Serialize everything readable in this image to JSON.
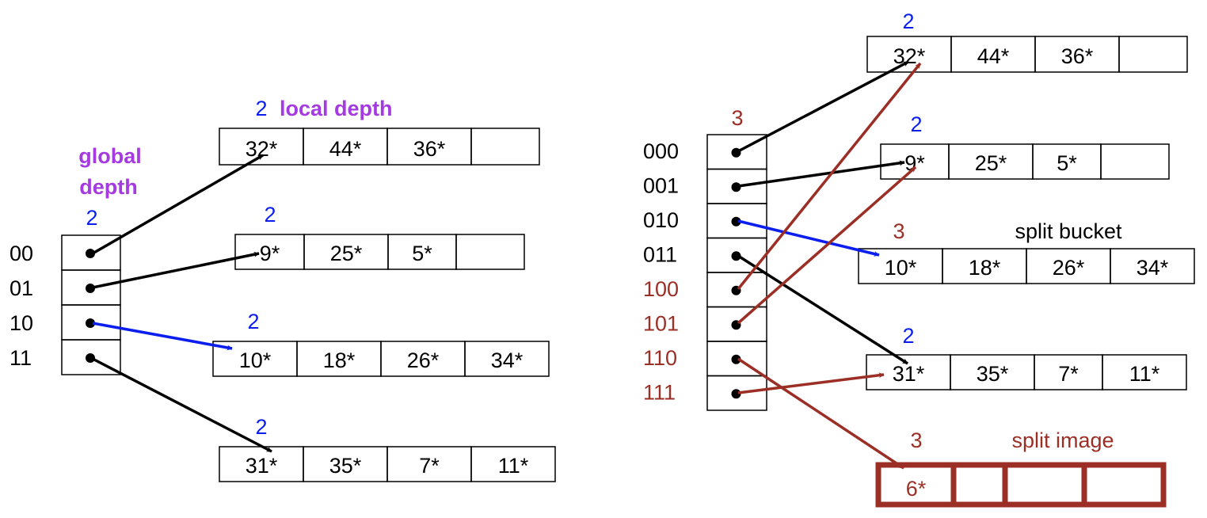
{
  "colors": {
    "black": "#000000",
    "blue": "#0a1ef0",
    "purple": "#a43ae0",
    "red": "#9b2f26"
  },
  "left": {
    "global_depth_label": [
      "global",
      "depth"
    ],
    "global_depth": "2",
    "local_depth_label": "local depth",
    "directory": [
      {
        "label": "00"
      },
      {
        "label": "01"
      },
      {
        "label": "10"
      },
      {
        "label": "11"
      }
    ],
    "buckets": [
      {
        "depth": "2",
        "entries": [
          "32*",
          "44*",
          "36*",
          ""
        ]
      },
      {
        "depth": "2",
        "entries": [
          "9*",
          "25*",
          "5*",
          ""
        ]
      },
      {
        "depth": "2",
        "entries": [
          "10*",
          "18*",
          "26*",
          "34*"
        ]
      },
      {
        "depth": "2",
        "entries": [
          "31*",
          "35*",
          "7*",
          "11*"
        ]
      }
    ]
  },
  "right": {
    "global_depth": "3",
    "directory": [
      {
        "label": "000"
      },
      {
        "label": "001"
      },
      {
        "label": "010"
      },
      {
        "label": "011"
      },
      {
        "label": "100"
      },
      {
        "label": "101"
      },
      {
        "label": "110"
      },
      {
        "label": "111"
      }
    ],
    "buckets": [
      {
        "depth": "2",
        "entries": [
          "32*",
          "44*",
          "36*",
          ""
        ]
      },
      {
        "depth": "2",
        "entries": [
          "9*",
          "25*",
          "5*",
          ""
        ]
      },
      {
        "depth": "3",
        "entries": [
          "10*",
          "18*",
          "26*",
          "34*"
        ],
        "caption": "split bucket"
      },
      {
        "depth": "2",
        "entries": [
          "31*",
          "35*",
          "7*",
          "11*"
        ]
      },
      {
        "depth": "3",
        "entries": [
          "6*",
          "",
          "",
          ""
        ],
        "caption": "split image"
      }
    ]
  }
}
